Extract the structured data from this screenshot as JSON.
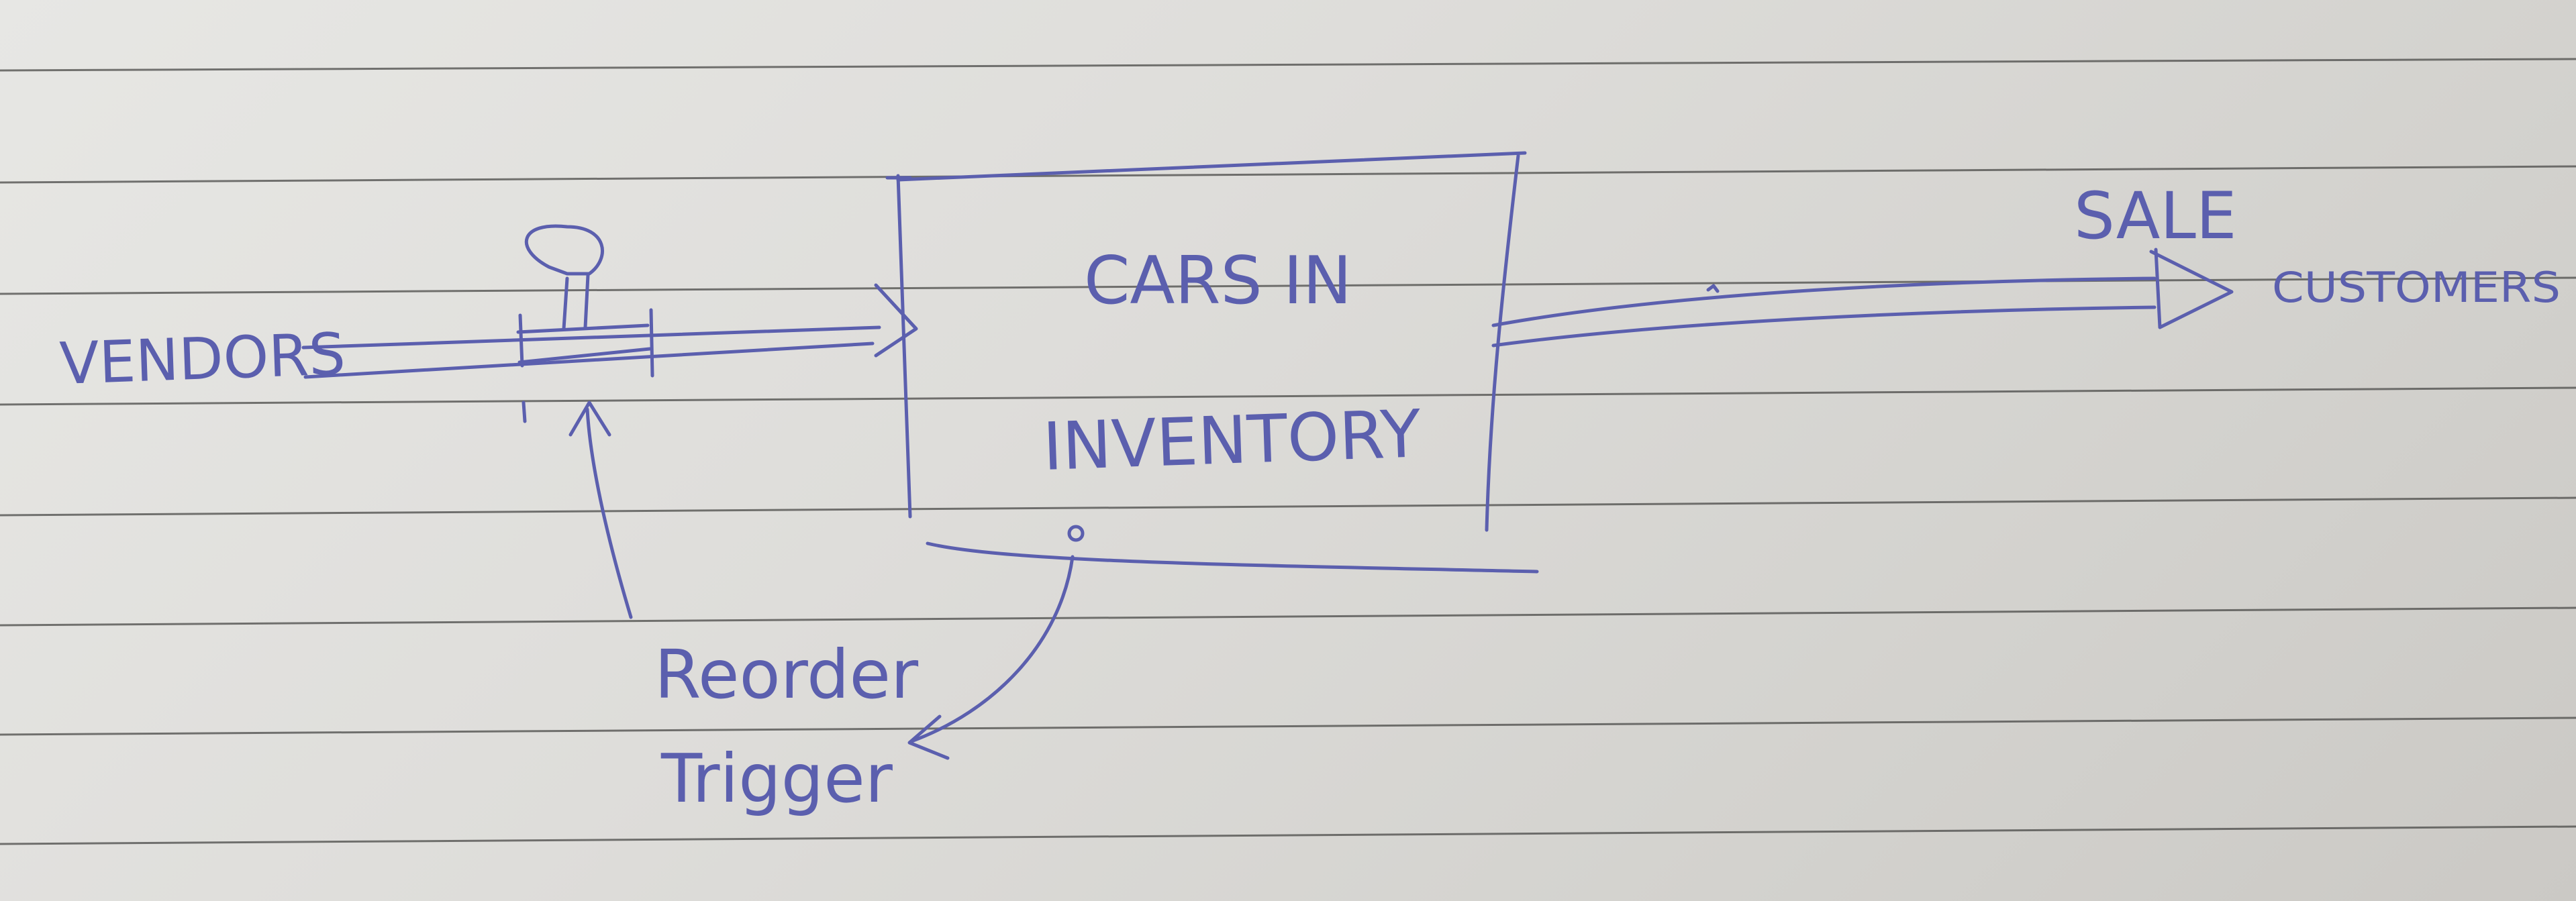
{
  "diagram": {
    "ink_color": "#5b5fae",
    "paper_color": "#dedcd8",
    "rule_color": "#4a4a48",
    "nodes": {
      "vendors": "VENDORS",
      "inventory_line1": "CARS IN",
      "inventory_line2": "INVENTORY",
      "sale": "SALE",
      "customers": "CUSTOMERS"
    },
    "annotation": {
      "line1": "Reorder",
      "line2": "Trigger"
    }
  }
}
